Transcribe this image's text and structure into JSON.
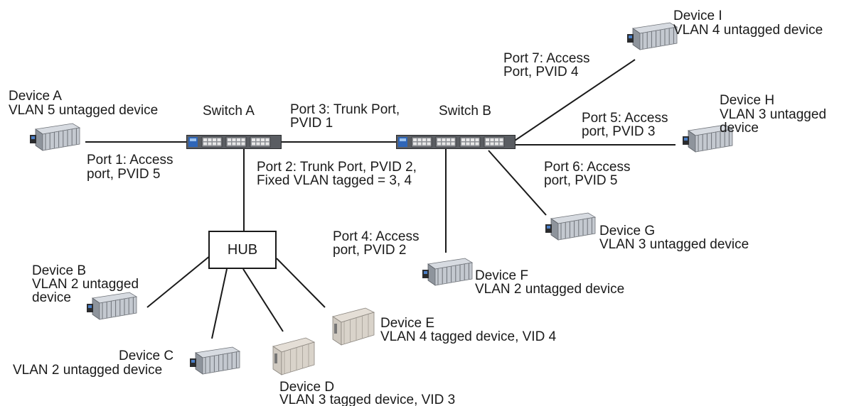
{
  "switches": [
    {
      "id": "switch-a",
      "name": "Switch A"
    },
    {
      "id": "switch-b",
      "name": "Switch B"
    }
  ],
  "hub": {
    "label": "HUB"
  },
  "devices": [
    {
      "id": "device-a",
      "name": "Device A",
      "desc": "VLAN 5 untagged device"
    },
    {
      "id": "device-b",
      "name": "Device B",
      "desc": [
        "VLAN 2 untagged",
        "device"
      ]
    },
    {
      "id": "device-c",
      "name": "Device C",
      "desc": "VLAN 2 untagged device"
    },
    {
      "id": "device-d",
      "name": "Device D",
      "desc": "VLAN 3 tagged device, VID 3"
    },
    {
      "id": "device-e",
      "name": "Device E",
      "desc": "VLAN 4 tagged device, VID 4"
    },
    {
      "id": "device-f",
      "name": "Device F",
      "desc": "VLAN 2 untagged device"
    },
    {
      "id": "device-g",
      "name": "Device G",
      "desc": "VLAN 3 untagged device"
    },
    {
      "id": "device-h",
      "name": "Device H",
      "desc": [
        "VLAN 3 untagged",
        "device"
      ]
    },
    {
      "id": "device-i",
      "name": "Device I",
      "desc": "VLAN 4 untagged device"
    }
  ],
  "ports": [
    {
      "id": "port-1",
      "lines": [
        "Port 1: Access",
        "port, PVID 5"
      ]
    },
    {
      "id": "port-2",
      "lines": [
        "Port 2: Trunk Port, PVID 2,",
        "Fixed VLAN tagged = 3, 4"
      ]
    },
    {
      "id": "port-3",
      "lines": [
        "Port 3: Trunk Port,",
        "PVID 1"
      ]
    },
    {
      "id": "port-4",
      "lines": [
        "Port 4: Access",
        "port, PVID 2"
      ]
    },
    {
      "id": "port-5",
      "lines": [
        "Port 5: Access",
        "port, PVID 3"
      ]
    },
    {
      "id": "port-6",
      "lines": [
        "Port 6: Access",
        "port, PVID 5"
      ]
    },
    {
      "id": "port-7",
      "lines": [
        "Port 7: Access",
        "Port, PVID 4"
      ]
    }
  ]
}
